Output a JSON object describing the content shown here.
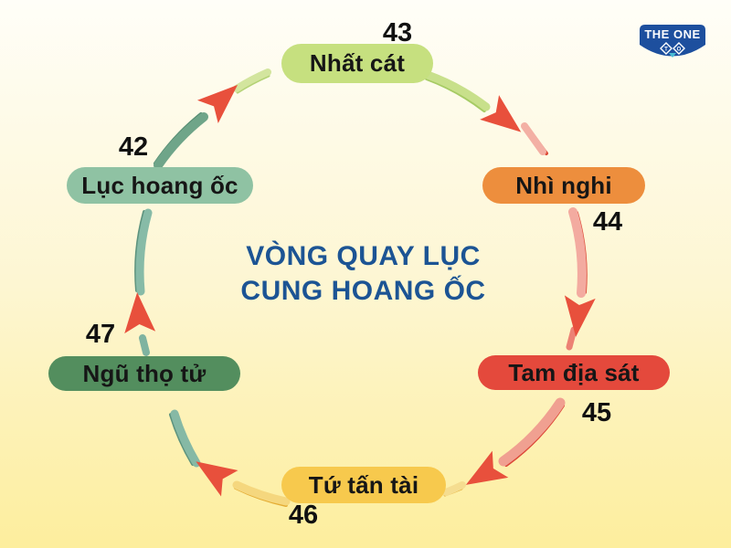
{
  "brand": {
    "name": "THE ONE",
    "mark_letters": [
      "T",
      "O"
    ]
  },
  "title": {
    "line1": "VÒNG QUAY LỤC",
    "line2": "CUNG HOANG ỐC"
  },
  "colors": {
    "title_blue": "#1c5494",
    "logo_blue": "#1d4f9e",
    "logo_teal": "#49bcd4",
    "arrow_red": "#e8503c",
    "background_top": "#fffef8",
    "background_bottom": "#fdee9d"
  },
  "cycle": {
    "direction": "clockwise",
    "nodes": [
      {
        "label": "Nhất cát",
        "number": "43",
        "color": "#c6e07f"
      },
      {
        "label": "Nhì nghi",
        "number": "44",
        "color": "#ed8e3d"
      },
      {
        "label": "Tam địa sát",
        "number": "45",
        "color": "#e4493c"
      },
      {
        "label": "Tứ tấn tài",
        "number": "46",
        "color": "#f7c94d"
      },
      {
        "label": "Ngũ thọ tử",
        "number": "47",
        "color": "#538e5e"
      },
      {
        "label": "Lục hoang ốc",
        "number": "42",
        "color": "#8fc2a3"
      }
    ]
  }
}
